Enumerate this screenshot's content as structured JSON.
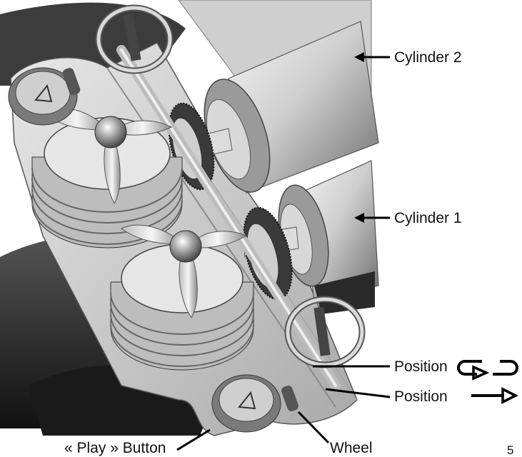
{
  "labels": {
    "cylinder_2": "Cylinder 2",
    "cylinder_1": "Cylinder 1",
    "position_loop": "Position",
    "position_straight": "Position",
    "play_button": "« Play » Button",
    "wheel": "Wheel"
  },
  "page_number": "5",
  "icons": {
    "position_loop": "loop-arrow-icon",
    "position_straight": "straight-arrow-icon"
  }
}
